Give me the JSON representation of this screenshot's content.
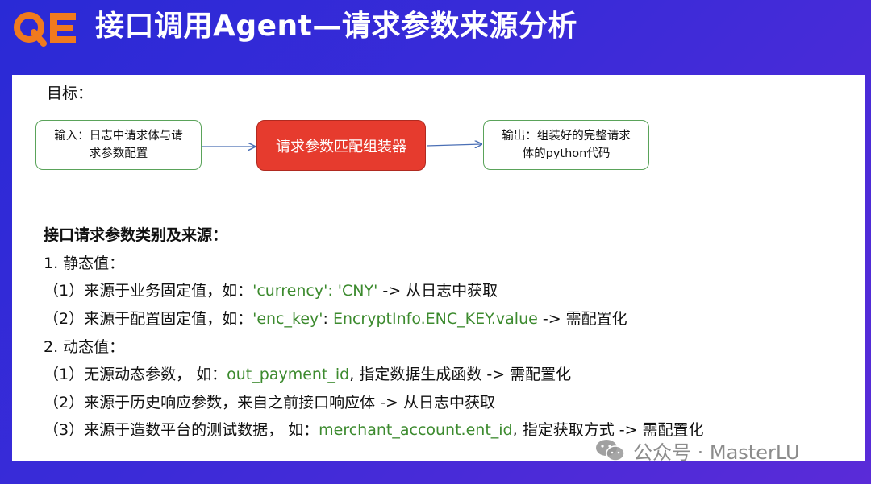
{
  "header": {
    "logo_text": "QE",
    "title": "接口调用Agent—请求参数来源分析"
  },
  "goal": {
    "label": "目标：",
    "input_box": [
      "输入：日志中请求体与请",
      "求参数配置"
    ],
    "process_box": "请求参数匹配组装器",
    "output_box": [
      "输出：组装好的完整请求",
      "体的python代码"
    ]
  },
  "categories": {
    "title": "接口请求参数类别及来源：",
    "static": {
      "heading": "1. 静态值：",
      "items": [
        {
          "prefix": "（1）来源于业务固定值，如：",
          "code": "'currency': 'CNY'",
          "suffix": " -> 从日志中获取"
        },
        {
          "prefix": "（2）来源于配置固定值，如：",
          "code": "'enc_key'",
          "mid": ": ",
          "code2": "EncryptInfo.ENC_KEY.value",
          "suffix": " -> 需配置化"
        }
      ]
    },
    "dynamic": {
      "heading": "2. 动态值：",
      "items": [
        {
          "prefix": "（1）无源动态参数， 如：",
          "code": "out_payment_id",
          "suffix": ", 指定数据生成函数 -> 需配置化"
        },
        {
          "prefix": "（2）来源于历史响应参数，来自之前接口响应体 -> 从日志中获取"
        },
        {
          "prefix": "（3）来源于造数平台的测试数据， 如：",
          "code": "merchant_account.ent_id",
          "suffix": ", 指定获取方式 -> 需配置化"
        }
      ]
    }
  },
  "watermark": {
    "text": "公众号 · MasterLU",
    "icon": "wechat-icon"
  },
  "colors": {
    "accent_red": "#e63b2e",
    "box_border_green": "#5aa35a",
    "code_green": "#3c8a2e",
    "logo_orange": "#f07a1e"
  }
}
